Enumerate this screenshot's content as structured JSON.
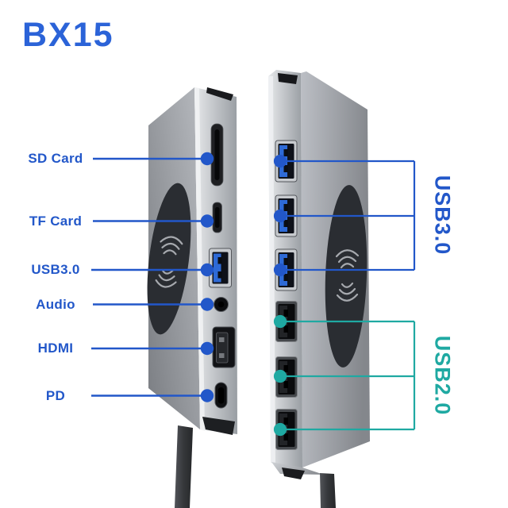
{
  "title": "BX15",
  "colors": {
    "accent_blue": "#2257c9",
    "accent_teal": "#1fa9a2",
    "title_blue": "#2b63d8"
  },
  "left_callouts": [
    "SD Card",
    "TF Card",
    "USB3.0",
    "Audio",
    "HDMI",
    "PD"
  ],
  "right_callouts": [
    {
      "label": "USB3.0",
      "ports": 3
    },
    {
      "label": "USB2.0",
      "ports": 3
    }
  ]
}
